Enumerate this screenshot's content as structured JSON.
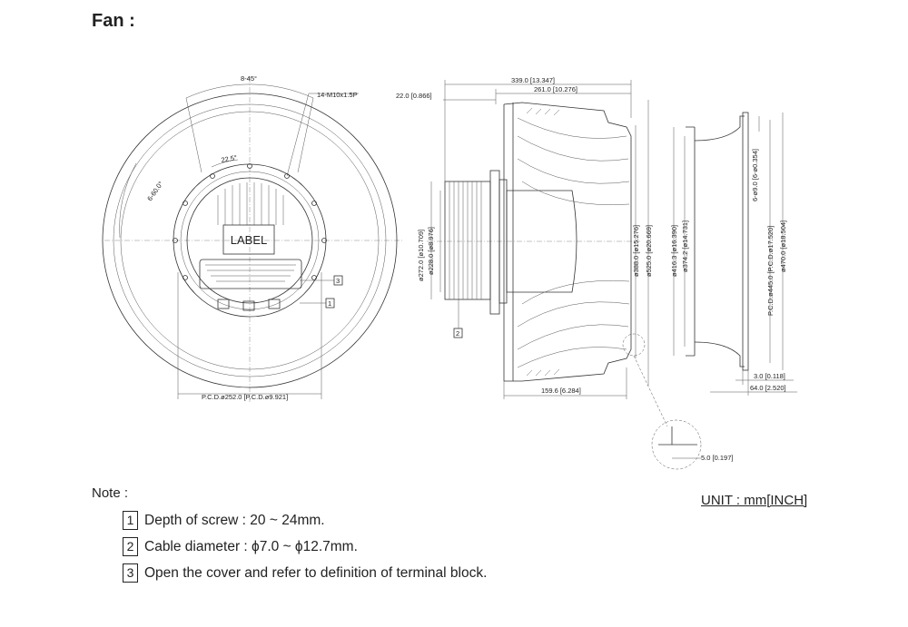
{
  "title": "Fan :",
  "front_view": {
    "angle_top": "8-45°",
    "thread": "14-M10x1.5P",
    "angle_inner": "22.5°",
    "angle_left": "6-60.0°",
    "label_text": "LABEL",
    "pcd": "P.C.D.ø252.0 [P.C.D.ø9.921]",
    "callout_1": "1",
    "callout_3": "3"
  },
  "side_view": {
    "overall_depth": "339.0 [13.347]",
    "blade_depth": "261.0 [10.276]",
    "hub_offset": "22.0 [0.866]",
    "dia_272": "ø272.0 [ø10.709]",
    "dia_228": "ø228.0 [ø8.976]",
    "dia_388": "ø388.0 [ø15.276]",
    "dia_525": "ø525.0 [ø20.669]",
    "bottom_depth": "159.6 [6.284]",
    "callout_2": "2",
    "detail_dim": "5.0 [0.197]"
  },
  "ring_view": {
    "dia_416": "ø416.3 [ø16.390]",
    "dia_374": "ø374.2 [ø14.731]",
    "holes": "6-ø9.0 [6-ø0.354]",
    "pcd": "P.C.D.ø445.0 [P.C.D.ø17.520]",
    "dia_470": "ø470.0 [ø18.504]",
    "thickness": "3.0 [0.118]",
    "depth": "64.0 [2.520]"
  },
  "notes": {
    "label": "Note :",
    "items": [
      {
        "num": "1",
        "text": "Depth of screw : 20 ~ 24mm."
      },
      {
        "num": "2",
        "text": "Cable diameter : ϕ7.0 ~ ϕ12.7mm."
      },
      {
        "num": "3",
        "text": "Open the cover and refer to definition of terminal block."
      }
    ]
  },
  "unit": "UNIT : mm[INCH]"
}
